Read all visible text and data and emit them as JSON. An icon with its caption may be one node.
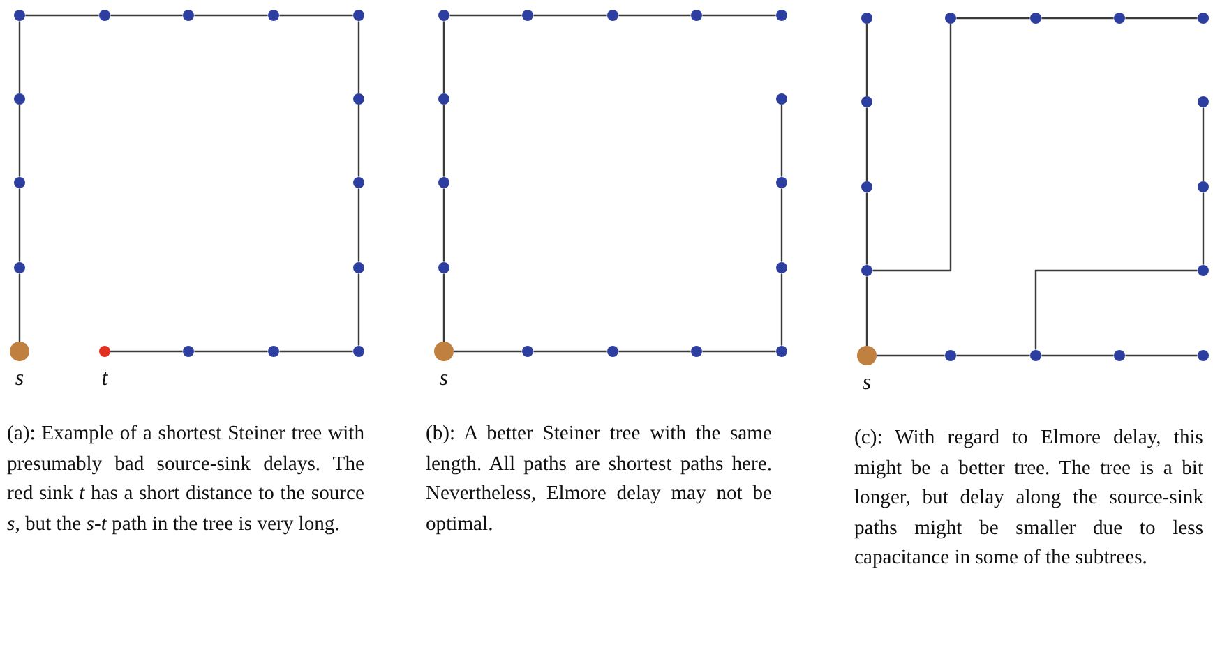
{
  "diagram": {
    "nodes": [
      {
        "text": [],
        "shape": "circle"
      },
      {
        "text": [],
        "shape": "circle"
      },
      {
        "text": [],
        "shape": "circle"
      },
      {
        "text": [],
        "shape": "circle"
      },
      {
        "text": [],
        "shape": "circle"
      },
      {
        "text": [],
        "shape": "circle"
      },
      {
        "text": [],
        "shape": "circle"
      },
      {
        "text": [],
        "shape": "circle"
      },
      {
        "text": [],
        "shape": "circle"
      },
      {
        "text": [],
        "shape": "circle"
      },
      {
        "text": [],
        "shape": "circle"
      },
      {
        "text": [],
        "shape": "circle",
        "beside": [
          "s"
        ]
      },
      {
        "text": [],
        "shape": "circle",
        "beside": [
          "t"
        ]
      },
      {
        "text": [],
        "shape": "circle"
      },
      {
        "text": [],
        "shape": "circle"
      },
      {
        "text": [],
        "shape": "circle"
      },
      {
        "text": [],
        "shape": "circle"
      },
      {
        "text": [],
        "shape": "circle"
      },
      {
        "text": [],
        "shape": "circle"
      },
      {
        "text": [],
        "shape": "circle"
      },
      {
        "text": [],
        "shape": "circle"
      },
      {
        "text": [],
        "shape": "circle"
      },
      {
        "text": [],
        "shape": "circle"
      },
      {
        "text": [],
        "shape": "circle"
      },
      {
        "text": [],
        "shape": "circle"
      },
      {
        "text": [],
        "shape": "circle"
      },
      {
        "text": [],
        "shape": "circle"
      },
      {
        "text": [],
        "shape": "circle",
        "beside": [
          "s"
        ]
      },
      {
        "text": [],
        "shape": "circle"
      },
      {
        "text": [],
        "shape": "circle"
      },
      {
        "text": [],
        "shape": "circle"
      },
      {
        "text": [],
        "shape": "circle"
      },
      {
        "text": [],
        "shape": "circle"
      },
      {
        "text": [],
        "shape": "circle"
      },
      {
        "text": [],
        "shape": "circle"
      },
      {
        "text": [],
        "shape": "circle"
      },
      {
        "text": [],
        "shape": "circle"
      },
      {
        "text": [],
        "shape": "circle"
      },
      {
        "text": [],
        "shape": "circle"
      },
      {
        "text": [],
        "shape": "circle"
      },
      {
        "text": [],
        "shape": "circle"
      },
      {
        "text": [],
        "shape": "circle"
      },
      {
        "text": [],
        "shape": "circle"
      },
      {
        "text": [],
        "shape": "circle",
        "beside": [
          "s"
        ]
      },
      {
        "text": [],
        "shape": "circle"
      },
      {
        "text": [],
        "shape": "circle"
      },
      {
        "text": [],
        "shape": "circle"
      },
      {
        "text": [],
        "shape": "circle"
      }
    ],
    "edges": [
      {
        "from": 0,
        "to": 1,
        "arrow": "none"
      },
      {
        "from": 1,
        "to": 2,
        "arrow": "none"
      },
      {
        "from": 2,
        "to": 3,
        "arrow": "none"
      },
      {
        "from": 3,
        "to": 4,
        "arrow": "none"
      },
      {
        "from": 0,
        "to": 5,
        "arrow": "none"
      },
      {
        "from": 5,
        "to": 7,
        "arrow": "none"
      },
      {
        "from": 7,
        "to": 9,
        "arrow": "none"
      },
      {
        "from": 9,
        "to": 11,
        "arrow": "none"
      },
      {
        "from": 4,
        "to": 6,
        "arrow": "none"
      },
      {
        "from": 6,
        "to": 8,
        "arrow": "none"
      },
      {
        "from": 8,
        "to": 10,
        "arrow": "none"
      },
      {
        "from": 10,
        "to": 15,
        "arrow": "none"
      },
      {
        "from": 15,
        "to": 14,
        "arrow": "none"
      },
      {
        "from": 14,
        "to": 13,
        "arrow": "none"
      },
      {
        "from": 13,
        "to": 12,
        "arrow": "none"
      },
      {
        "from": 27,
        "to": 25,
        "arrow": "none"
      },
      {
        "from": 25,
        "to": 23,
        "arrow": "none"
      },
      {
        "from": 23,
        "to": 21,
        "arrow": "none"
      },
      {
        "from": 21,
        "to": 16,
        "arrow": "none"
      },
      {
        "from": 16,
        "to": 17,
        "arrow": "none"
      },
      {
        "from": 17,
        "to": 18,
        "arrow": "none"
      },
      {
        "from": 18,
        "to": 19,
        "arrow": "none"
      },
      {
        "from": 19,
        "to": 20,
        "arrow": "none"
      },
      {
        "from": 22,
        "to": 24,
        "arrow": "none"
      },
      {
        "from": 24,
        "to": 26,
        "arrow": "none"
      },
      {
        "from": 26,
        "to": 31,
        "arrow": "none"
      },
      {
        "from": 27,
        "to": 28,
        "arrow": "none"
      },
      {
        "from": 28,
        "to": 29,
        "arrow": "none"
      },
      {
        "from": 29,
        "to": 30,
        "arrow": "none"
      },
      {
        "from": 30,
        "to": 31,
        "arrow": "none"
      },
      {
        "from": 43,
        "to": 41,
        "arrow": "none"
      },
      {
        "from": 41,
        "to": 39,
        "arrow": "none"
      },
      {
        "from": 39,
        "to": 37,
        "arrow": "none"
      },
      {
        "from": 37,
        "to": 32,
        "arrow": "none"
      },
      {
        "from": 41,
        "to": 33,
        "arrow": "none"
      },
      {
        "from": 33,
        "to": 34,
        "arrow": "none"
      },
      {
        "from": 34,
        "to": 35,
        "arrow": "none"
      },
      {
        "from": 35,
        "to": 36,
        "arrow": "none"
      },
      {
        "from": 38,
        "to": 40,
        "arrow": "none"
      },
      {
        "from": 40,
        "to": 42,
        "arrow": "none"
      },
      {
        "from": 42,
        "to": 45,
        "arrow": "none"
      },
      {
        "from": 43,
        "to": 44,
        "arrow": "none"
      },
      {
        "from": 44,
        "to": 45,
        "arrow": "none"
      },
      {
        "from": 45,
        "to": 46,
        "arrow": "none"
      },
      {
        "from": 46,
        "to": 47,
        "arrow": "none"
      }
    ],
    "labels": [
      "(a): Example of a shortest Steiner tree with presumably bad source-sink delays. The red sink *t* has a short distance to the source *s*, but the *s*-*t* path in the tree is very long.",
      "(b): A better Steiner tree with the same length. All paths are shortest paths here. Nevertheless, Elmore delay may not be optimal.",
      "(c): With regard to Elmore delay, this might be a better tree. The tree is a bit longer, but delay along the source-sink paths might be smaller due to less capacitance in some of the subtrees."
    ]
  }
}
